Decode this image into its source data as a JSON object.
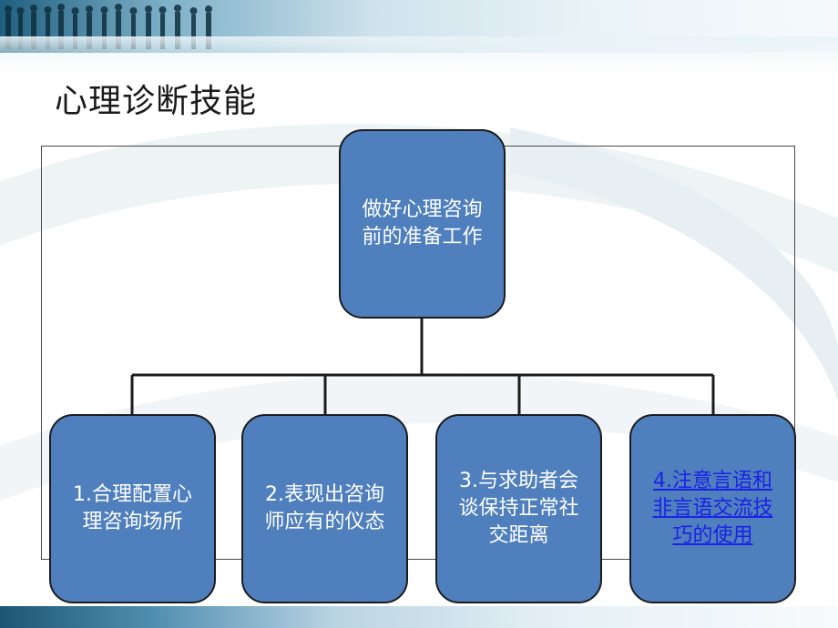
{
  "slide": {
    "title": "心理诊断技能"
  },
  "diagram": {
    "root": {
      "text": "做好心理咨询前的准备工作"
    },
    "children": [
      {
        "text": "1.合理配置心理咨询场所",
        "is_link": false
      },
      {
        "text": "2.表现出咨询师应有的仪态",
        "is_link": false
      },
      {
        "text": "3.与求助者会谈保持正常社交距离",
        "is_link": false
      },
      {
        "text": "4.注意言语和非言语交流技巧的使用",
        "is_link": true
      }
    ]
  },
  "colors": {
    "node_fill": "#4f7fbd",
    "node_border": "#1c1c1c",
    "node_text": "#ffffff",
    "link_text": "#1a22e6",
    "connector": "#1c1c1c"
  }
}
